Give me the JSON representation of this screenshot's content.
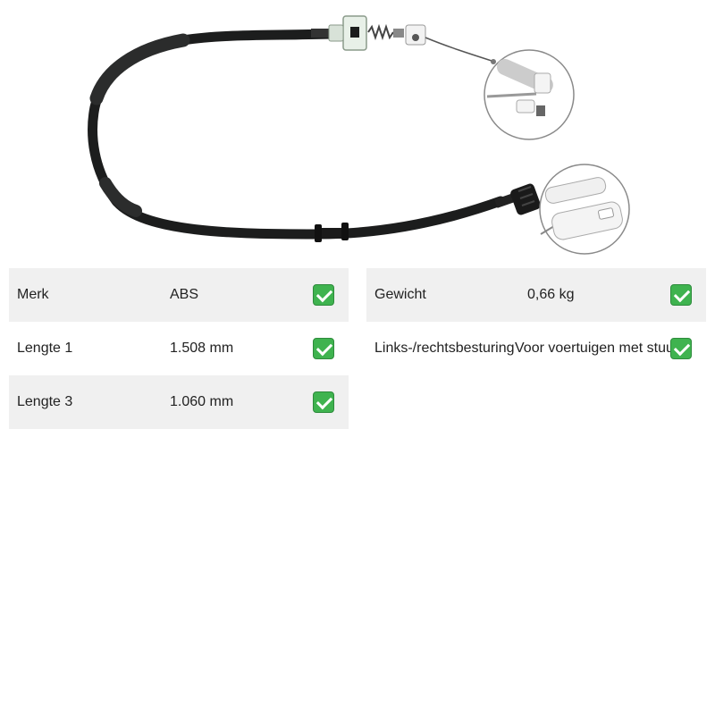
{
  "specs_left": [
    {
      "label": "Merk",
      "value": "ABS"
    },
    {
      "label": "Lengte 1",
      "value": "1.508 mm"
    },
    {
      "label": "Lengte 3",
      "value": "1.060 mm"
    }
  ],
  "specs_right": [
    {
      "label": "Gewicht",
      "value": "0,66 kg"
    },
    {
      "label": "Links-/rechtsbesturing",
      "value": "Voor voertuigen met stuur"
    }
  ],
  "icons": {
    "check": "check-icon",
    "check_color": "#3fb34f"
  },
  "colors": {
    "row_shade": "#f0f0f0",
    "cable": "#1c1d1d"
  }
}
